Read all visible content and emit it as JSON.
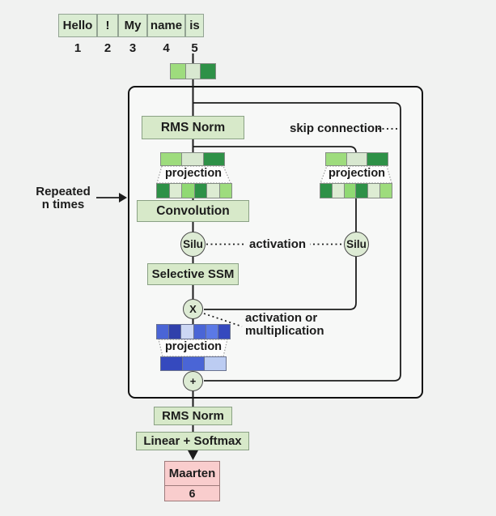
{
  "colors": {
    "bg": "#f1f2f1",
    "panel-fill": "#f7f8f7",
    "box-green-fill": "#d7e9c9",
    "box-green-border": "#8aa184",
    "token-fill": "#daecd2",
    "token-border": "#93a393",
    "circle-fill": "#ddebd4",
    "circle-border": "#4a4a4a",
    "pink-fill": "#f9cdcd",
    "pink-border": "#9e7b7b",
    "line": "#1c1c1c",
    "text": "#1c1c1c",
    "green-dark": "#2e9147",
    "green-light": "#9edc7d",
    "green-pale": "#ddecd3",
    "blue-dark": "#3040ab",
    "blue-mid": "#4a65d6",
    "blue-light": "#ccd7f4"
  },
  "tokens": {
    "items": [
      {
        "label": "Hello",
        "num": "1"
      },
      {
        "label": "!",
        "num": "2"
      },
      {
        "label": "My",
        "num": "3"
      },
      {
        "label": "name",
        "num": "4"
      },
      {
        "label": "is",
        "num": "5"
      }
    ]
  },
  "strips": {
    "embedding": [
      "#9edc7d",
      "#d8e8d0",
      "#2e9147"
    ],
    "proj_left_in": [
      "#9edc7d",
      "#d8e8d0",
      "#2e9147"
    ],
    "proj_left_out": [
      "#2e9147",
      "#ddecd3",
      "#90d973",
      "#2e9147",
      "#ddecd3",
      "#9edc7d"
    ],
    "proj_right_in": [
      "#9edc7d",
      "#d8e8d0",
      "#2e9147"
    ],
    "proj_right_out": [
      "#2e9147",
      "#ddecd3",
      "#90d973",
      "#2e9147",
      "#ddecd3",
      "#9edc7d"
    ],
    "proj_out_in": [
      "#4a65d6",
      "#3040ab",
      "#ccd7f4",
      "#4a65d6",
      "#5b79e6",
      "#3549be"
    ],
    "proj_out_out": [
      "#3549be",
      "#4a65d6",
      "#bcccf2"
    ]
  },
  "labels": {
    "rms_norm_top": "RMS Norm",
    "skip_connection": "skip connection",
    "projection_left": "projection",
    "projection_right": "projection",
    "projection_out": "projection",
    "convolution": "Convolution",
    "silu_left": "Silu",
    "silu_right": "Silu",
    "activation": "activation",
    "selective_ssm": "Selective SSM",
    "multiply": "X",
    "act_or_mult_line1": "activation or",
    "act_or_mult_line2": "multiplication",
    "add": "+",
    "repeated_line1": "Repeated",
    "repeated_line2": "n times",
    "rms_norm_bottom": "RMS Norm",
    "linear_softmax": "Linear + Softmax"
  },
  "output": {
    "word": "Maarten",
    "num": "6"
  }
}
